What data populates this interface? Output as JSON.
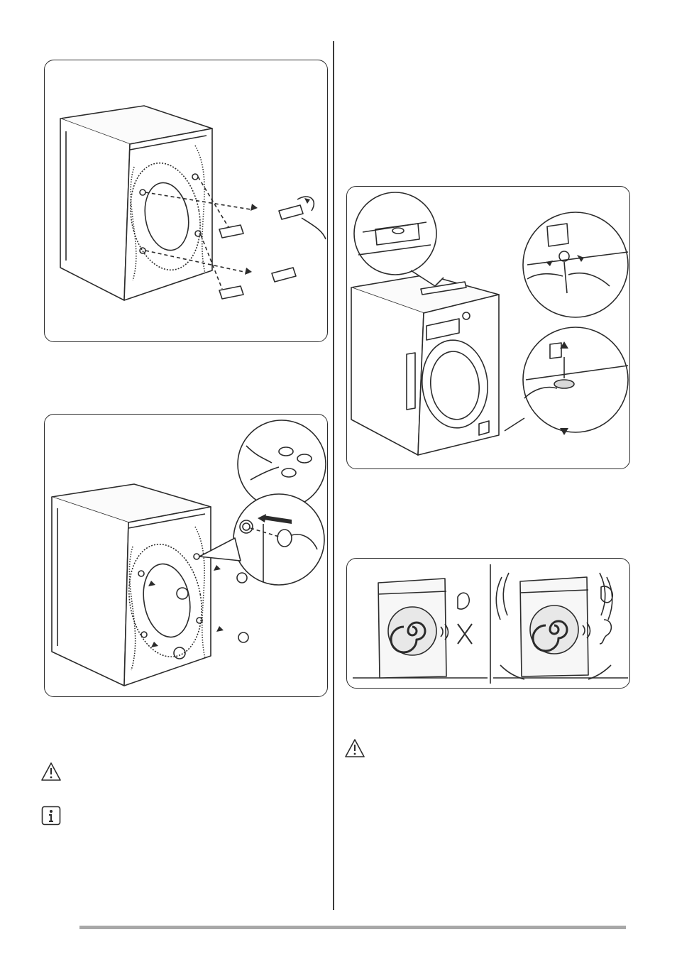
{
  "page": {
    "figures": [
      {
        "id": "fig-remove-transit-bolts",
        "icon": "transit-bolt-removal-illustration"
      },
      {
        "id": "fig-insert-plastic-caps",
        "icon": "plastic-cap-insertion-illustration"
      },
      {
        "id": "fig-level-appliance",
        "icon": "spirit-level-and-feet-adjustment-illustration"
      },
      {
        "id": "fig-vibration-noise",
        "icon": "vibration-noise-comparison-illustration"
      }
    ],
    "notices": [
      {
        "id": "warning-left",
        "icon": "warning-triangle-icon"
      },
      {
        "id": "info-left",
        "icon": "info-icon"
      },
      {
        "id": "warning-right",
        "icon": "warning-triangle-icon"
      }
    ],
    "colors": {
      "line": "#2b2b2b",
      "fill_light": "#f2f2f2",
      "fill_mid": "#d9d9d9",
      "footer_bar": "#a8a8a8"
    }
  }
}
